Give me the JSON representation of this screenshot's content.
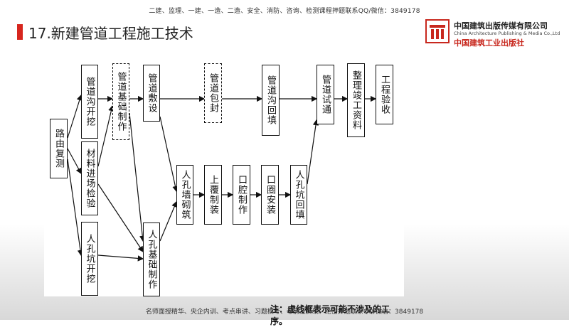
{
  "header": {
    "top_note": "二建、监理、一建、一造、二造、安全、消防、咨询、检测课程押题联系QQ/微信：3849178",
    "title": "17.新建管道工程施工技术",
    "logo_icon": "building-logo-icon",
    "logo_cn": "中国建筑出版传媒有限公司",
    "logo_en": "China Architecture Publishing & Media Co.,Ltd",
    "logo_slogan": "中国建筑工业出版社",
    "accent_color": "#d7261e"
  },
  "diagram": {
    "nodes": [
      {
        "id": "road",
        "label": "路由复测",
        "dashed": false
      },
      {
        "id": "trench",
        "label": "管道沟开挖",
        "dashed": false
      },
      {
        "id": "material",
        "label": "材料进场检验",
        "dashed": false
      },
      {
        "id": "pit",
        "label": "人孔坑开挖",
        "dashed": false
      },
      {
        "id": "foundation",
        "label": "管道基础制作",
        "dashed": true
      },
      {
        "id": "laying",
        "label": "管道敷设",
        "dashed": false
      },
      {
        "id": "manholebase",
        "label": "人孔基础制作",
        "dashed": false
      },
      {
        "id": "wrap",
        "label": "管道包封",
        "dashed": true
      },
      {
        "id": "wall",
        "label": "人孔墙砌筑",
        "dashed": false
      },
      {
        "id": "cover",
        "label": "上覆制装",
        "dashed": false
      },
      {
        "id": "mouth",
        "label": "口腔制作",
        "dashed": false
      },
      {
        "id": "ring",
        "label": "口圈安装",
        "dashed": false
      },
      {
        "id": "backfill",
        "label": "管道沟回填",
        "dashed": false
      },
      {
        "id": "pitbackfill",
        "label": "人孔坑回填",
        "dashed": false
      },
      {
        "id": "test",
        "label": "管道试通",
        "dashed": false
      },
      {
        "id": "docs",
        "label": "整理竣工资料",
        "dashed": false
      },
      {
        "id": "accept",
        "label": "工程验收",
        "dashed": false
      }
    ],
    "note": "注：虚线框表示可能不涉及的工序。"
  },
  "footer": {
    "bottom_note": "名师面授精华、央企内训、考点串讲、习题模考、考前三页纸、绝密押题联系QQ/微信：3849178"
  }
}
